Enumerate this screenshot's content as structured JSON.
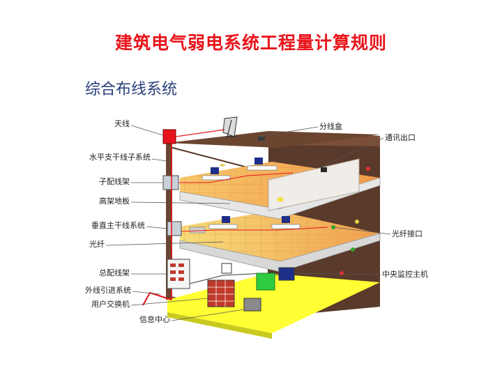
{
  "title": "建筑电气弱电系统工程量计算规则",
  "subtitle": "综合布线系统",
  "labels_left": [
    "天线",
    "水平支干线子系统",
    "子配线架",
    "高架地板",
    "垂直主干线系统",
    "光纤",
    "总配线架",
    "外线引进系统",
    "用户交换机",
    "信息中心"
  ],
  "labels_right": [
    "分线盒",
    "通讯出口",
    "光纤接口",
    "中央监控主机"
  ],
  "colors": {
    "title": "#e8141b",
    "subtitle": "#2a3f7a",
    "wall": "#5a3a2a",
    "floor_upper": "#f2b15a",
    "floor_lower": "#f4d66a",
    "ground": "#ffff33",
    "cable": "#e8141b"
  }
}
